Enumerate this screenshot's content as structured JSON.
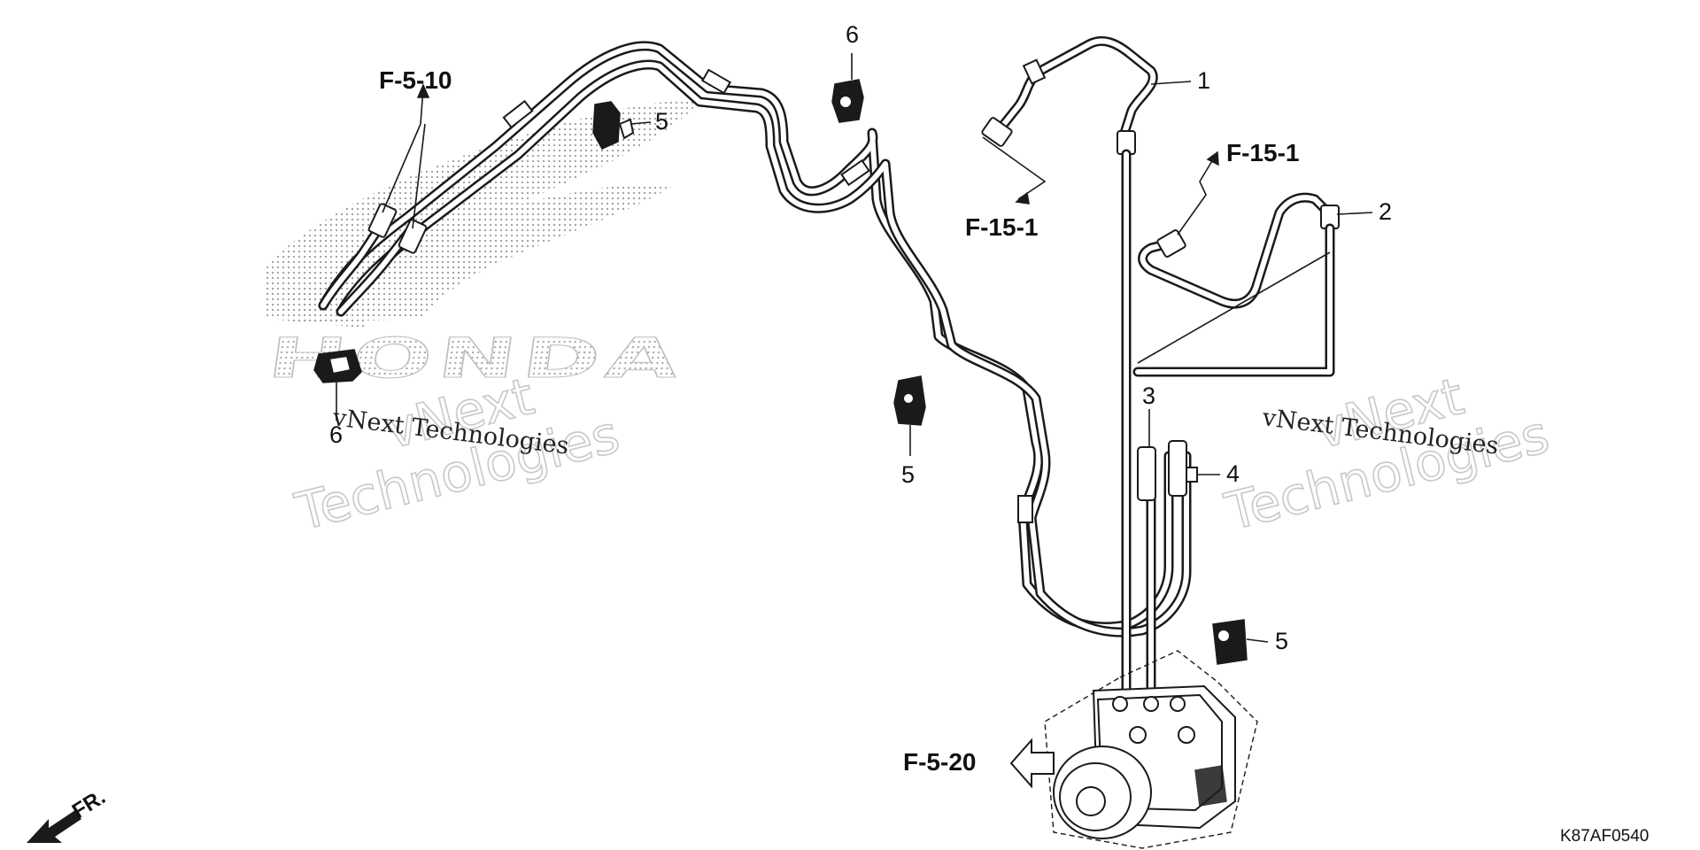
{
  "diagram": {
    "callouts": [
      "1",
      "2",
      "3",
      "4",
      "5",
      "5",
      "5",
      "5",
      "6",
      "6"
    ],
    "refs": {
      "f5_10": "F-5-10",
      "f15_1_a": "F-15-1",
      "f15_1_b": "F-15-1",
      "f5_20": "F-5-20"
    },
    "front_label": "FR.",
    "code": "K87AF0540",
    "watermarks": {
      "brand": "HONDA",
      "left_big": [
        "vNext",
        "Technologies"
      ],
      "right_big": [
        "vNext",
        "Technologies"
      ],
      "left_small": "vNext Technologies",
      "right_small": "vNext Technologies"
    }
  }
}
